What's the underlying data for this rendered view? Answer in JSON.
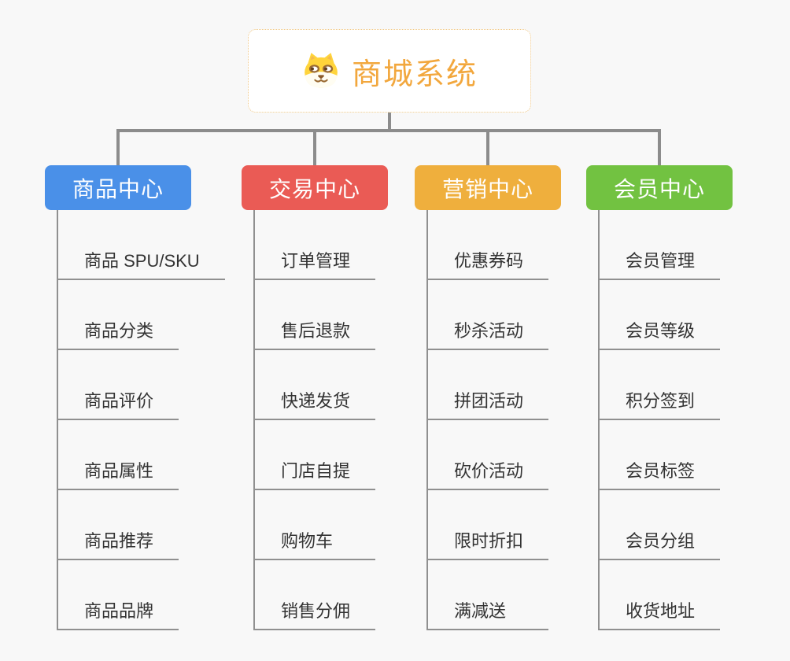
{
  "root": {
    "title": "商城系统",
    "icon": "dog-face-icon"
  },
  "branches": [
    {
      "label": "商品中心",
      "color": "#4A90E8",
      "children": [
        "商品 SPU/SKU",
        "商品分类",
        "商品评价",
        "商品属性",
        "商品推荐",
        "商品品牌"
      ]
    },
    {
      "label": "交易中心",
      "color": "#EA5B55",
      "children": [
        "订单管理",
        "售后退款",
        "快递发货",
        "门店自提",
        "购物车",
        "销售分佣"
      ]
    },
    {
      "label": "营销中心",
      "color": "#EFAF3D",
      "children": [
        "优惠券码",
        "秒杀活动",
        "拼团活动",
        "砍价活动",
        "限时折扣",
        "满减送"
      ]
    },
    {
      "label": "会员中心",
      "color": "#72C241",
      "children": [
        "会员管理",
        "会员等级",
        "积分签到",
        "会员标签",
        "会员分组",
        "收货地址"
      ]
    }
  ],
  "colors": {
    "background": "#F8F8F8",
    "connector_line": "#8C8C8C",
    "leaf_line": "#909090",
    "leaf_text": "#333333",
    "root_text": "#F2A73D",
    "root_border": "#F0C887"
  }
}
